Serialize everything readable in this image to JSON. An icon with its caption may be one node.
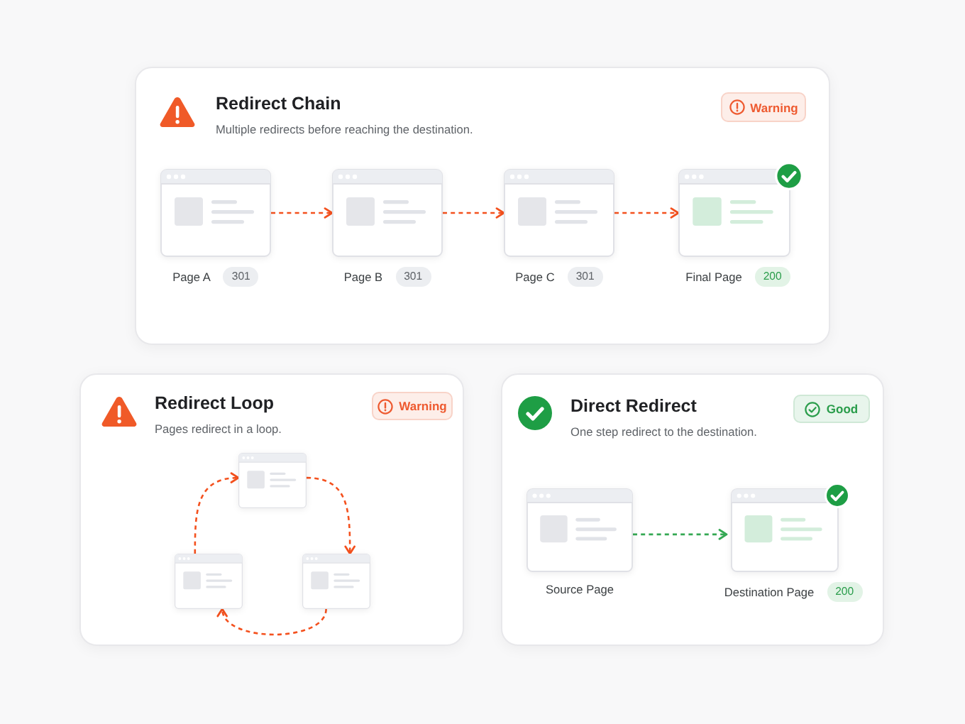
{
  "diagram": {
    "nodes": [
      {
        "text": [
          "Redirect Chain",
          "Multiple redirects before reaching the destination."
        ]
      },
      {
        "text": [
          "Warning"
        ],
        "in": 0
      },
      {
        "text": [
          "Page A"
        ],
        "beside": [
          "301"
        ],
        "in": 0
      },
      {
        "text": [
          "Page B"
        ],
        "beside": [
          "301"
        ],
        "in": 0
      },
      {
        "text": [
          "Page C"
        ],
        "beside": [
          "301"
        ],
        "in": 0
      },
      {
        "text": [
          "Final Page"
        ],
        "beside": [
          "200"
        ],
        "in": 0
      },
      {
        "text": [
          "Redirect Loop",
          "Pages redirect in a loop."
        ]
      },
      {
        "text": [
          "Warning"
        ],
        "in": 6
      },
      {
        "text": [],
        "shape": "picture",
        "in": 6
      },
      {
        "text": [],
        "shape": "picture",
        "in": 6
      },
      {
        "text": [],
        "shape": "picture",
        "in": 6
      },
      {
        "text": [
          "Direct Redirect",
          "One step redirect to the destination."
        ]
      },
      {
        "text": [
          "Good"
        ],
        "in": 11
      },
      {
        "text": [
          "Source Page"
        ],
        "in": 11
      },
      {
        "text": [
          "Destination Page"
        ],
        "beside": [
          "200"
        ],
        "in": 11
      }
    ],
    "edges": [
      {
        "from": 2,
        "to": 3,
        "arrow": "to",
        "style": "dashed"
      },
      {
        "from": 3,
        "to": 4,
        "arrow": "to",
        "style": "dashed"
      },
      {
        "from": 4,
        "to": 5,
        "arrow": "to",
        "style": "dashed"
      },
      {
        "from": 8,
        "to": 9,
        "arrow": "to",
        "style": "dashed"
      },
      {
        "from": 9,
        "to": 10,
        "arrow": "to",
        "style": "dashed"
      },
      {
        "from": 10,
        "to": 8,
        "arrow": "to",
        "style": "dashed"
      },
      {
        "from": 13,
        "to": 14,
        "arrow": "to",
        "style": "dashed",
        "color": "#34a853"
      }
    ]
  }
}
